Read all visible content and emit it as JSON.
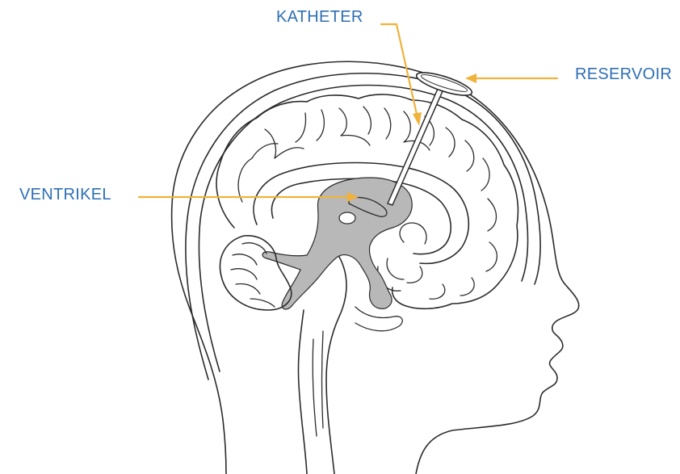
{
  "labels": {
    "katheter": "KATHETER",
    "reservoir": "RESERVOIR",
    "ventrikel": "VENTRIKEL"
  },
  "colors": {
    "label_text": "#2e6fb6",
    "pointer": "#f0b23b",
    "ventricle_fill": "#b8b8b8",
    "outline": "#2b2b2b",
    "background": "#ffffff"
  }
}
